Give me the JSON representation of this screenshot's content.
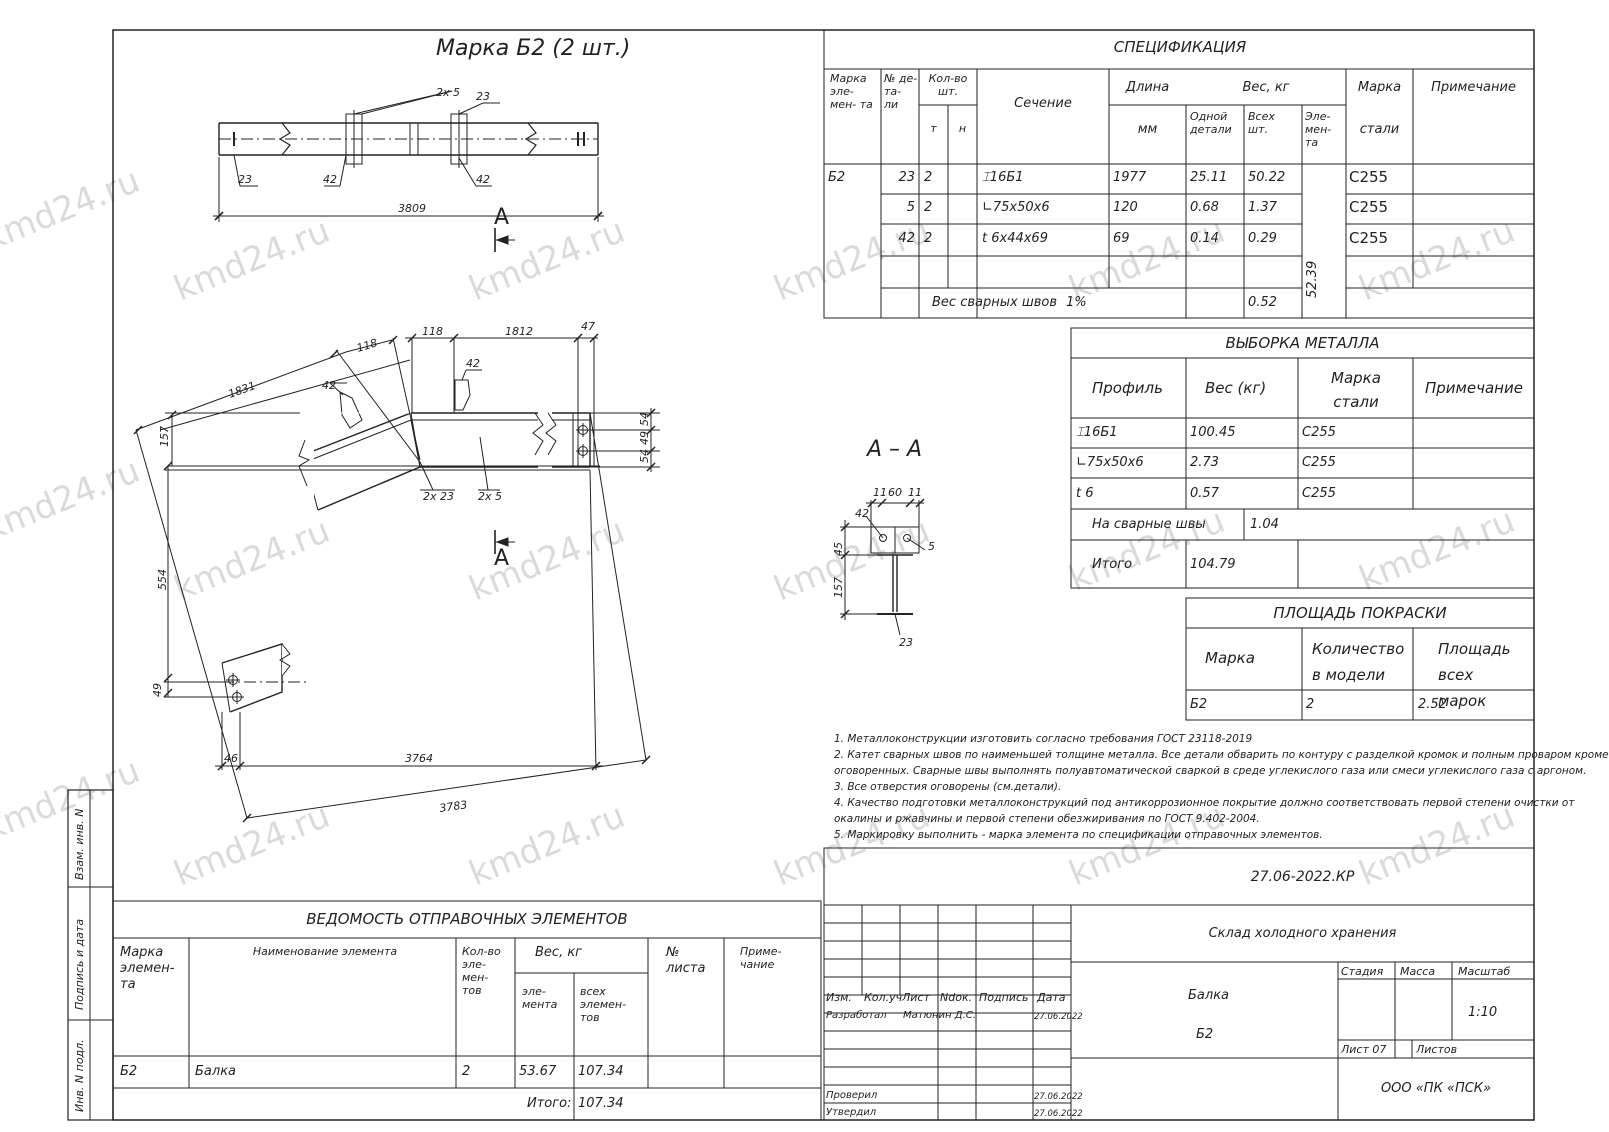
{
  "drawing": {
    "view_title": "Марка Б2 (2 шт.)",
    "section_mark": "А",
    "section_title": "А – А",
    "dims_top": {
      "d3809": "3809",
      "d2x5": "2х 5",
      "d23a": "23",
      "d23b": "23",
      "d42a": "42",
      "d42b": "42"
    },
    "dims_plan": {
      "d118a": "118",
      "d1812": "1812",
      "d47": "47",
      "d118b": "118",
      "d1831": "1831",
      "d42a": "42",
      "d42b": "42",
      "d157": "157",
      "d54a": "54",
      "d49a": "49",
      "d54b": "54",
      "d2x23": "2х 23",
      "d2x5": "2х 5",
      "d554": "554",
      "d49b": "49",
      "d46": "46",
      "d3764": "3764",
      "d3783": "3783"
    },
    "dims_section": {
      "d11a": "11",
      "d60": "60",
      "d11b": "11",
      "d42": "42",
      "d5": "5",
      "d45": "45",
      "d157": "157",
      "d23": "23"
    }
  },
  "spec": {
    "title": "СПЕЦИФИКАЦИЯ",
    "headers": {
      "mark": "Марка эле- мен- та",
      "num": "№ де- та- ли",
      "qty": "Кол-во шт.",
      "qty_t": "т",
      "qty_n": "н",
      "section": "Сечение",
      "length": "Длина",
      "length_unit": "мм",
      "weight": "Вес, кг",
      "w_one": "Одной детали",
      "w_all": "Всех шт.",
      "w_elem": "Эле- мен- та",
      "steel": "Марка",
      "steel2": "стали",
      "note": "Примечание"
    },
    "rows": [
      {
        "mark": "Б2",
        "num": "23",
        "qty": "2",
        "section": "⌶16Б1",
        "length": "1977",
        "w_one": "25.11",
        "w_all": "50.22",
        "steel": "С255"
      },
      {
        "mark": "",
        "num": "5",
        "qty": "2",
        "section": "∟75х50х6",
        "length": "120",
        "w_one": "0.68",
        "w_all": "1.37",
        "steel": "С255"
      },
      {
        "mark": "",
        "num": "42",
        "qty": "2",
        "section": "t 6х44х69",
        "length": "69",
        "w_one": "0.14",
        "w_all": "0.29",
        "steel": "С255"
      }
    ],
    "weld_label": "Вес сварных швов",
    "weld_pct": "1%",
    "weld_value": "0.52",
    "elem_total": "52.39"
  },
  "metal": {
    "title": "ВЫБОРКА МЕТАЛЛА",
    "headers": {
      "profile": "Профиль",
      "weight": "Вес (кг)",
      "steel": "Марка стали",
      "note": "Примечание"
    },
    "rows": [
      {
        "profile": "⌶16Б1",
        "weight": "100.45",
        "steel": "С255"
      },
      {
        "profile": "∟75х50х6",
        "weight": "2.73",
        "steel": "С255"
      },
      {
        "profile": "t 6",
        "weight": "0.57",
        "steel": "С255"
      }
    ],
    "weld_label": "На сварные швы",
    "weld_value": "1.04",
    "total_label": "Итого",
    "total_value": "104.79"
  },
  "paint": {
    "title": "ПЛОЩАДЬ ПОКРАСКИ",
    "headers": {
      "mark": "Марка",
      "qty": "Количество в модели",
      "area": "Площадь всех марок"
    },
    "row": {
      "mark": "Б2",
      "qty": "2",
      "area": "2.52"
    }
  },
  "notes": [
    "1. Металлоконструкции изготовить согласно требования ГОСТ 23118-2019",
    "2. Катет сварных швов по наименьшей толщине металла. Все детали обварить по контуру с разделкой кромок и полным проваром кроме",
    "оговоренных. Сварные швы выполнять полуавтоматической сваркой в среде углекислого газа или смеси углекислого газа с аргоном.",
    "3. Все отверстия оговорены (см.детали).",
    "4. Качество подготовки металлоконструкций под антикоррозионное покрытие должно соответствовать первой степени очистки от",
    "окалины и   ржавчины и первой степени обезжиривания по ГОСТ 9.402-2004.",
    "5. Маркировку выполнить - марка элемента по спецификации отправочных элементов."
  ],
  "shipping": {
    "title": "ВЕДОМОСТЬ ОТПРАВОЧНЫХ ЭЛЕМЕНТОВ",
    "headers": {
      "mark": "Марка элемен- та",
      "name": "Наименование элемента",
      "qty": "Кол-во эле- мен- тов",
      "weight": "Вес, кг",
      "w_elem": "эле- мента",
      "w_all": "всех элемен- тов",
      "sheet": "№ листа",
      "note": "Приме- чание"
    },
    "row": {
      "mark": "Б2",
      "name": "Балка",
      "qty": "2",
      "w_elem": "53.67",
      "w_all": "107.34"
    },
    "total_label": "Итого:",
    "total_value": "107.34"
  },
  "stamp": {
    "code": "27.06-2022.КР",
    "object": "Склад холодного хранения",
    "name1": "Балка",
    "name2": "Б2",
    "h_izm": "Изм.",
    "h_kol": "Кол.уч",
    "h_list": "Лист",
    "h_ndok": "Ndок.",
    "h_podp": "Подпись",
    "h_data": "Дата",
    "dev_label": "Разработал",
    "dev_name": "Матюнин Д.С.",
    "dev_date": "27.06.2022",
    "chk_label": "Проверил",
    "chk_date": "27.06.2022",
    "appr_label": "Утвердил",
    "appr_date": "27.06.2022",
    "stage": "Стадия",
    "mass": "Масса",
    "scale": "Масштаб",
    "scale_value": "1:10",
    "sheet": "Лист 07",
    "sheets": "Листов",
    "company": "ООО «ПК «ПСК»"
  },
  "side": {
    "inv_vzam": "Взам. инв. N",
    "sign_date": "Подпись и дата",
    "inv_podl": "Инв. N подл."
  },
  "watermark": "kmd24.ru"
}
